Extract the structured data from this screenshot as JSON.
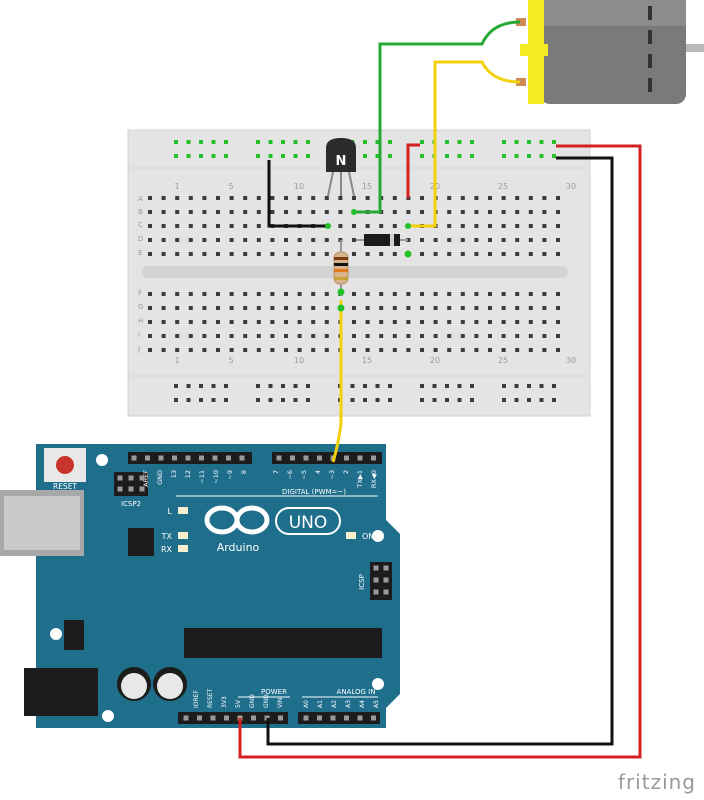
{
  "brand": "fritzing",
  "breadboard": {
    "columns_top": [
      "1",
      "5",
      "10",
      "15",
      "20",
      "25",
      "30"
    ],
    "columns_bottom": [
      "1",
      "5",
      "10",
      "15",
      "20",
      "25",
      "30"
    ],
    "rows_top": [
      "A",
      "B",
      "C",
      "D",
      "E"
    ],
    "rows_bottom": [
      "F",
      "G",
      "H",
      "I",
      "J"
    ]
  },
  "arduino": {
    "reset_label": "RESET",
    "icsp2_label": "ICSP2",
    "icsp_label": "ICSP",
    "logo_text": "Arduino",
    "uno_text": "UNO",
    "on_label": "ON",
    "l_label": "L",
    "tx_label": "TX",
    "rx_label": "RX",
    "digital_label": "DIGITAL (PWM=~)",
    "digital_pins": [
      "AREF",
      "GND",
      "13",
      "12",
      "~11",
      "~10",
      "~9",
      "8",
      "7",
      "~6",
      "~5",
      "4",
      "~3",
      "2",
      "TX▶1",
      "RX◀0"
    ],
    "power_label": "POWER",
    "analog_label": "ANALOG IN",
    "power_pins": [
      "IOREF",
      "RESET",
      "3V3",
      "5V",
      "GND",
      "GND",
      "VIN"
    ],
    "analog_pins": [
      "A0",
      "A1",
      "A2",
      "A3",
      "A4",
      "A5"
    ]
  },
  "transistor": {
    "label": "N"
  },
  "colors": {
    "board_teal": "#1f6e8c",
    "breadboard": "#e4e4e4",
    "hole": "#3b3b3b",
    "active_hole": "#22c02a",
    "wire_red": "#d42020",
    "wire_black": "#111111",
    "wire_green": "#27a832",
    "wire_yellow": "#f2d10c",
    "motor_yellow": "#f4ec23",
    "motor_body": "#7a7a7a"
  }
}
